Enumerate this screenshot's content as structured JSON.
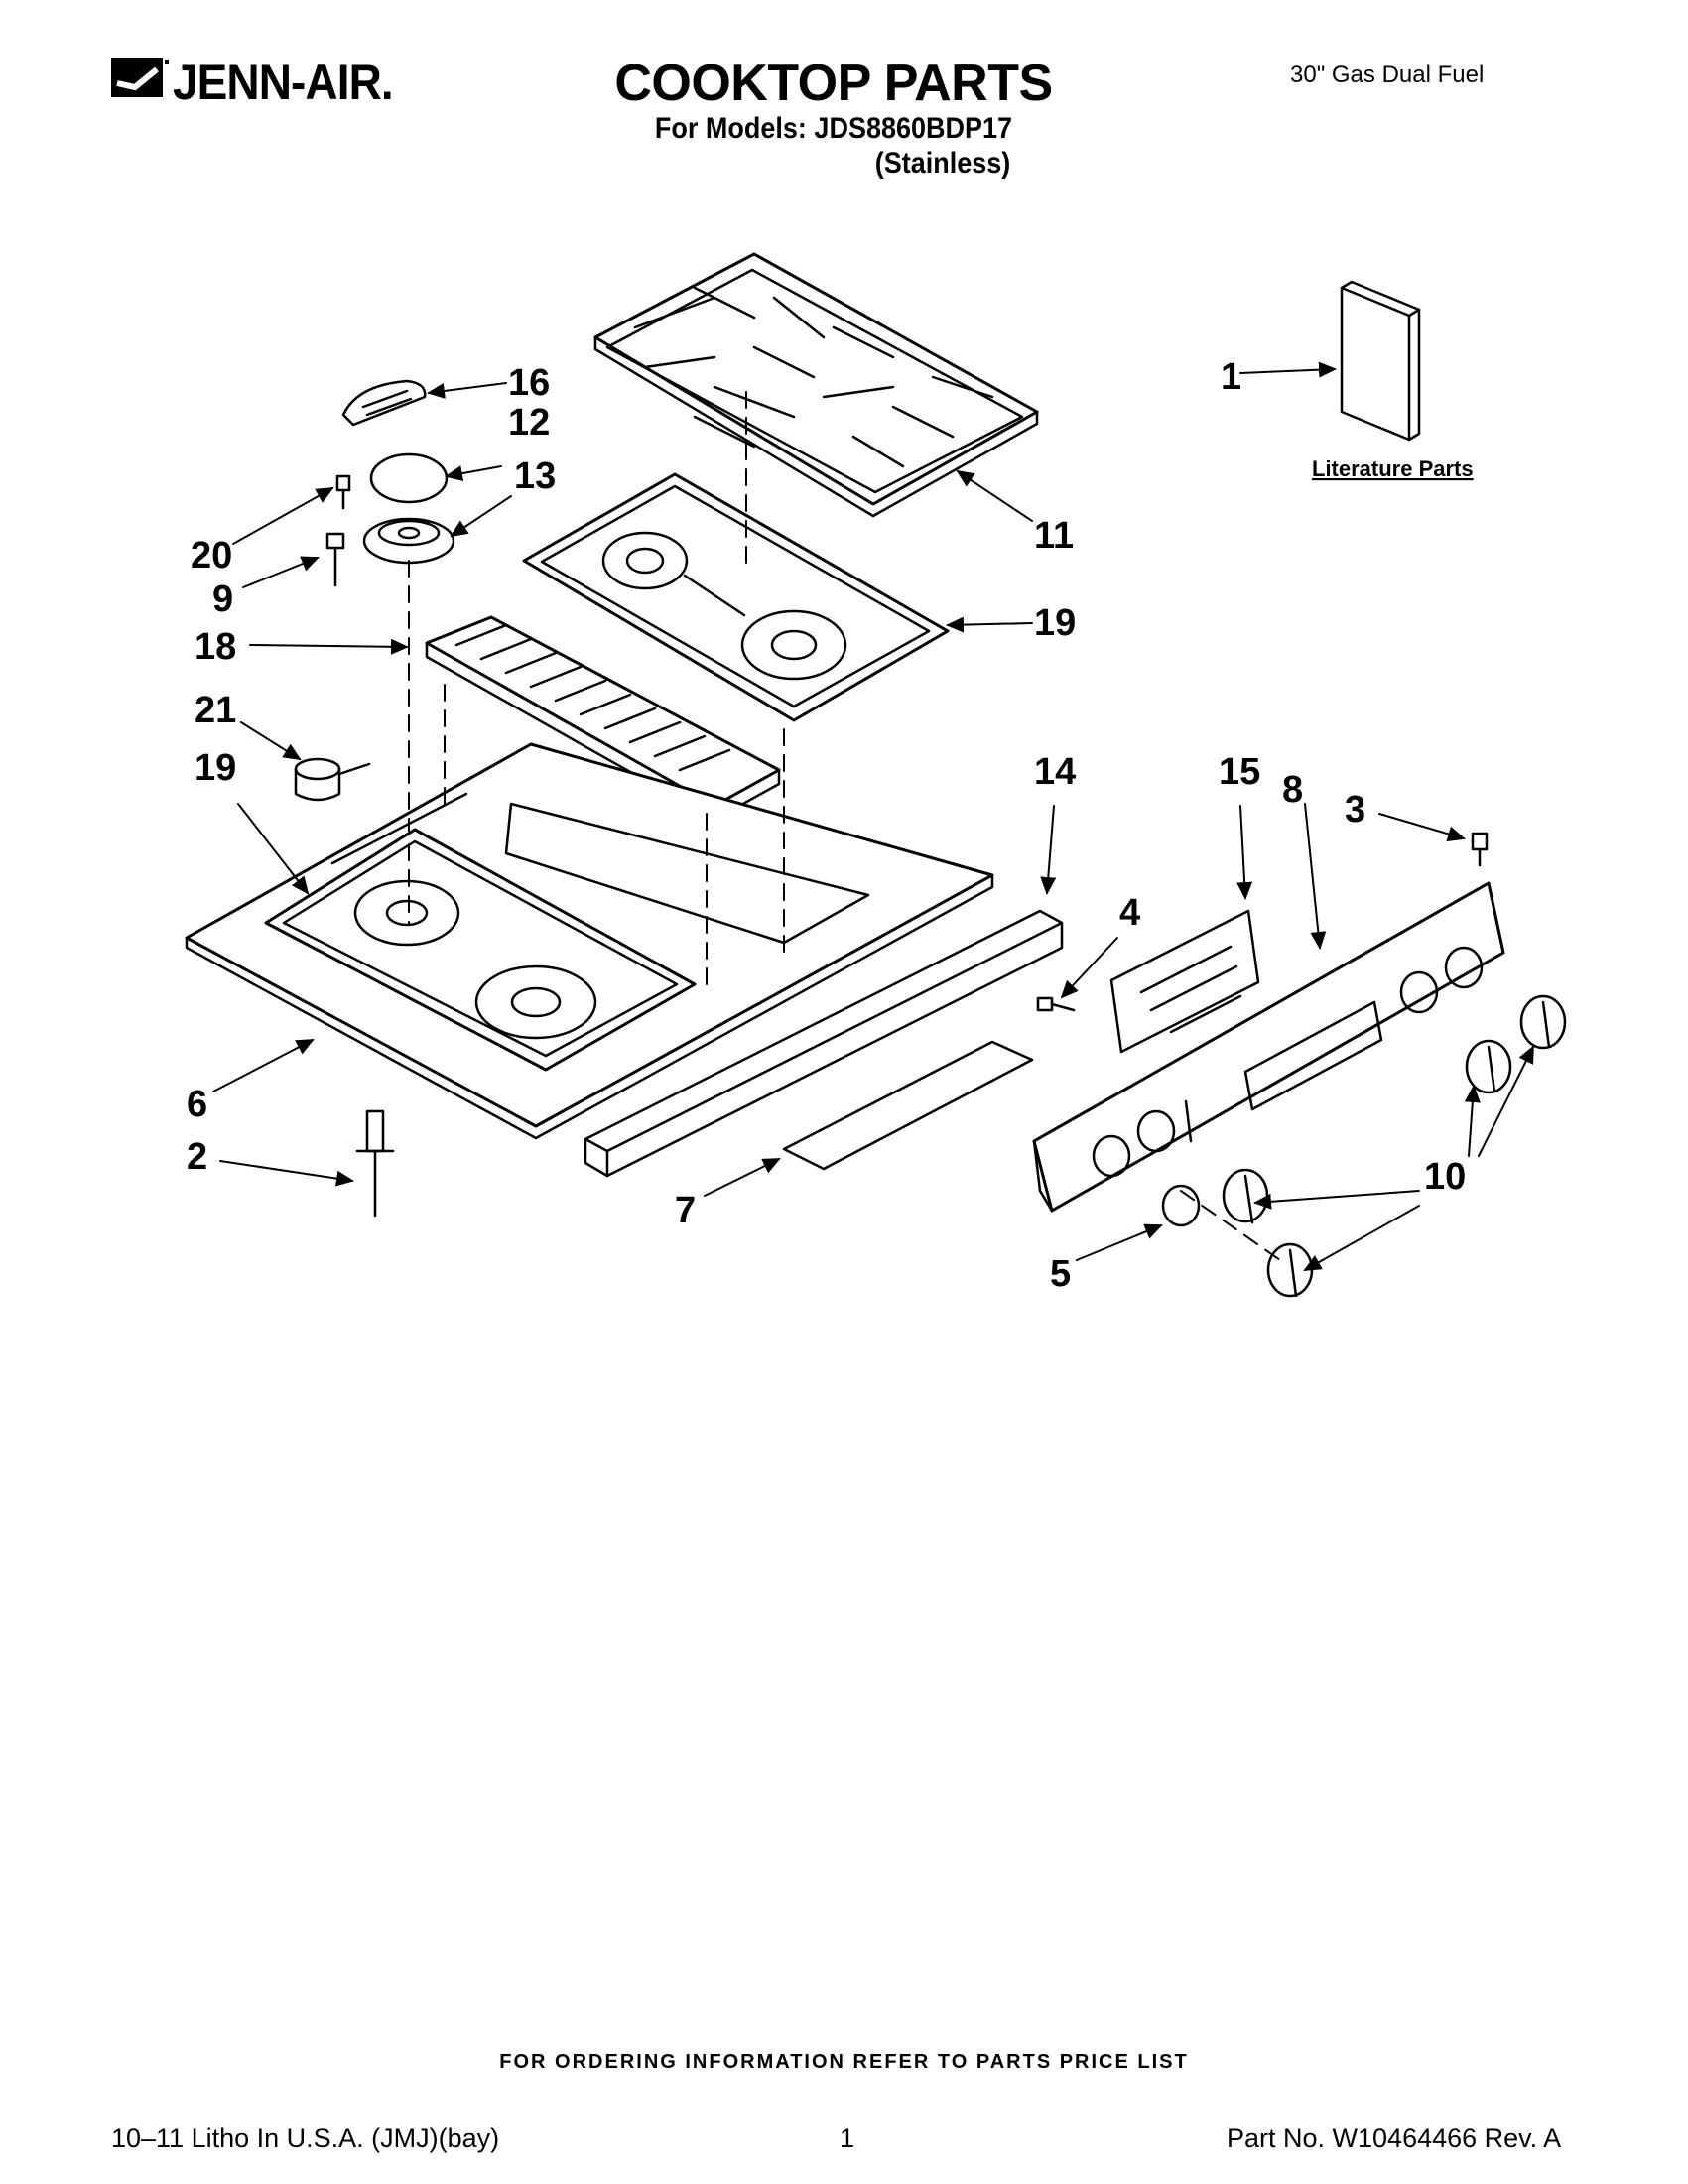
{
  "header": {
    "brand": "JENN-AIR.",
    "title": "COOKTOP PARTS",
    "model_line": "For Models: JDS8860BDP17",
    "finish": "(Stainless)",
    "model_description": "30\" Gas Dual Fuel"
  },
  "diagram": {
    "literature_label": "Literature Parts",
    "callouts": [
      "1",
      "2",
      "3",
      "4",
      "5",
      "6",
      "7",
      "8",
      "9",
      "10",
      "11",
      "12",
      "13",
      "14",
      "15",
      "16",
      "18",
      "19",
      "19",
      "20",
      "21"
    ]
  },
  "footer": {
    "order_note": "FOR ORDERING INFORMATION REFER TO PARTS PRICE LIST",
    "litho": "10–11 Litho In U.S.A. (JMJ)(bay)",
    "page_number": "1",
    "part_number": "Part No. W10464466 Rev. A"
  },
  "colors": {
    "ink": "#000000",
    "paper": "#ffffff"
  }
}
